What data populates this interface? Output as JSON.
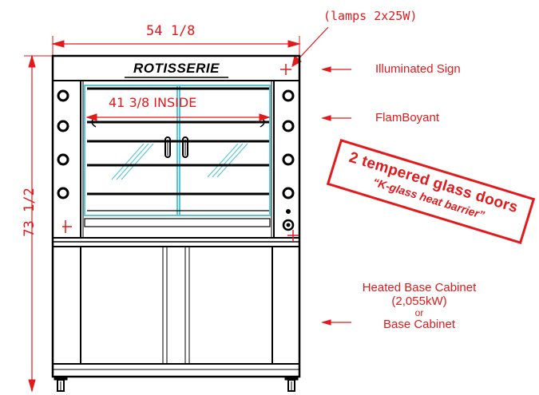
{
  "dimensions": {
    "width": "54 1/8",
    "height": "73 1/2",
    "inside_width": "41 3/8 INSIDE"
  },
  "brand_sign": "ROTISSERIE",
  "callouts": {
    "lamps": "(lamps 2x25W)",
    "illuminated_sign": "Illuminated Sign",
    "flamboyant": "FlamBoyant",
    "base_line1": "Heated Base Cabinet",
    "base_line2": "(2,055kW)",
    "base_line3": "or",
    "base_line4": "Base Cabinet"
  },
  "stamp": {
    "line1": "2 tempered glass doors",
    "line2": "“K-glass heat barrier”"
  },
  "colors": {
    "annotation": "#e3191b",
    "outline": "#000000",
    "glass": "#5bc6d6"
  }
}
